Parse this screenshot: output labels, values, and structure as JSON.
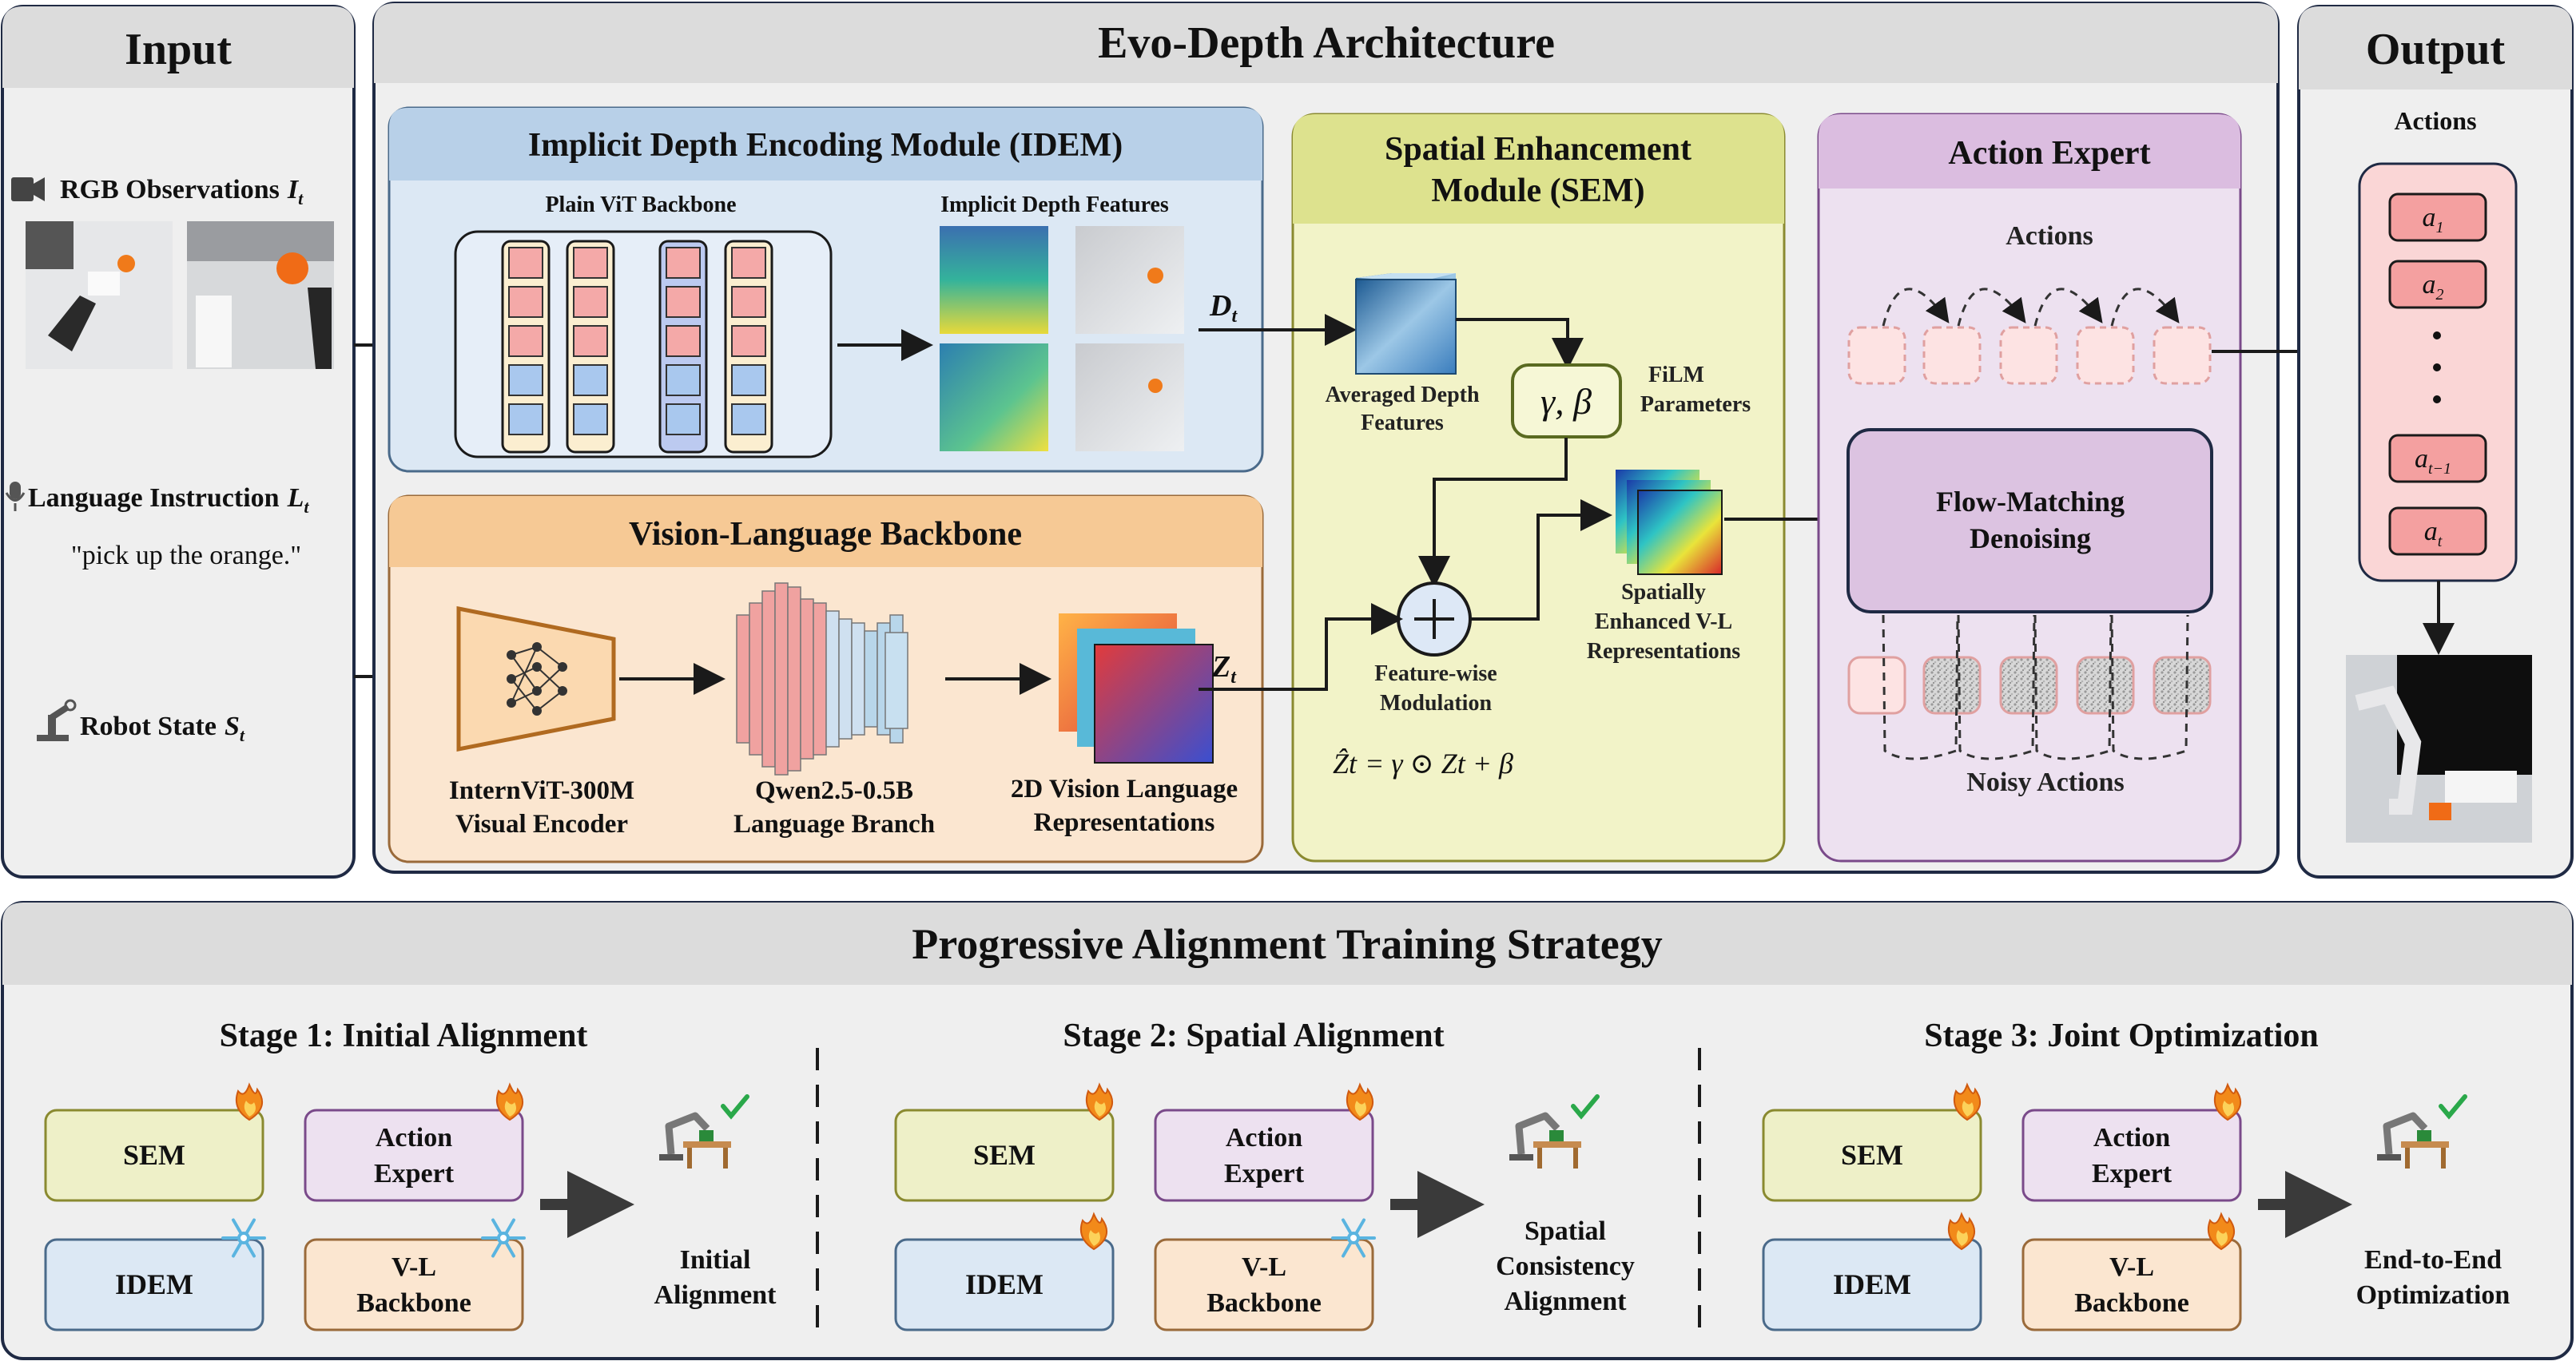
{
  "panels": {
    "input": "Input",
    "architecture": "Evo-Depth Architecture",
    "output": "Output",
    "training": "Progressive Alignment Training Strategy"
  },
  "input": {
    "rgb_label": "RGB Observations",
    "rgb_symbol": "I",
    "rgb_sub": "t",
    "lang_label": "Language Instruction",
    "lang_symbol": "L",
    "lang_sub": "t",
    "instruction": "\"pick up the orange.\"",
    "state_label": "Robot State",
    "state_symbol": "S",
    "state_sub": "t"
  },
  "idem": {
    "title": "Implicit Depth Encoding Module (IDEM)",
    "vit_label": "Plain ViT Backbone",
    "depth_label": "Implicit Depth Features",
    "out_symbol": "D",
    "out_sub": "t"
  },
  "vlb": {
    "title": "Vision-Language Backbone",
    "encoder_line1": "InternViT-300M",
    "encoder_line2": "Visual Encoder",
    "lm_line1": "Qwen2.5-0.5B",
    "lm_line2": "Language Branch",
    "rep_line1": "2D Vision Language",
    "rep_line2": "Representations",
    "out_symbol": "Z",
    "out_sub": "t"
  },
  "sem": {
    "title_line1": "Spatial Enhancement",
    "title_line2": "Module (SEM)",
    "avg_line1": "Averaged Depth",
    "avg_line2": "Features",
    "gamma_beta": "γ, β",
    "film_line1": "FiLM",
    "film_line2": "Parameters",
    "fwm_line1": "Feature-wise",
    "fwm_line2": "Modulation",
    "equation_hat": "Ẑt",
    "equation_rest": "= γ ⊙ Zt + β",
    "enh_line1": "Spatially",
    "enh_line2": "Enhanced V-L",
    "enh_line3": "Representations"
  },
  "action_expert": {
    "title": "Action Expert",
    "actions_label": "Actions",
    "denoise_line1": "Flow-Matching",
    "denoise_line2": "Denoising",
    "noisy_label": "Noisy Actions"
  },
  "output": {
    "actions_label": "Actions",
    "items": [
      {
        "sym": "a",
        "sub": "1"
      },
      {
        "sym": "a",
        "sub": "2"
      },
      {
        "sym": "a",
        "sub": "t−1"
      },
      {
        "sym": "a",
        "sub": "t"
      }
    ]
  },
  "stages": [
    {
      "title": "Stage 1: Initial Alignment",
      "sem": "SEM",
      "idem": "IDEM",
      "ae_line1": "Action",
      "ae_line2": "Expert",
      "vl_line1": "V-L",
      "vl_line2": "Backbone",
      "result_line1": "Initial",
      "result_line2": "Alignment",
      "result_line3": ""
    },
    {
      "title": "Stage 2: Spatial Alignment",
      "sem": "SEM",
      "idem": "IDEM",
      "ae_line1": "Action",
      "ae_line2": "Expert",
      "vl_line1": "V-L",
      "vl_line2": "Backbone",
      "result_line1": "Spatial",
      "result_line2": "Consistency",
      "result_line3": "Alignment"
    },
    {
      "title": "Stage 3: Joint Optimization",
      "sem": "SEM",
      "idem": "IDEM",
      "ae_line1": "Action",
      "ae_line2": "Expert",
      "vl_line1": "V-L",
      "vl_line2": "Backbone",
      "result_line1": "End-to-End",
      "result_line2": "Optimization",
      "result_line3": ""
    }
  ],
  "colors": {
    "panel_fill": "#efefef",
    "panel_border": "#1f2a44",
    "idem_header": "#b8d0e8",
    "idem_body": "#dce8f4",
    "vlb_header": "#f6c995",
    "vlb_body": "#fbe6d0",
    "sem_header": "#dde28e",
    "sem_body": "#f2f3c8",
    "ae_header": "#dbbde0",
    "ae_body": "#ede1f0",
    "token_pink": "#f4a9a8",
    "token_blue": "#a9c8ee"
  }
}
